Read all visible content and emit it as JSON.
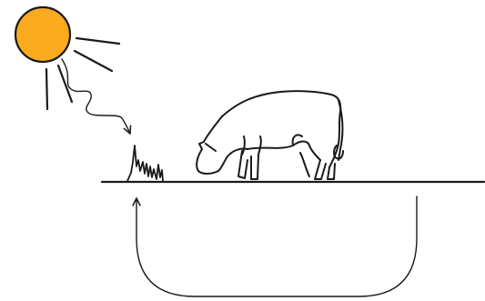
{
  "diagram": {
    "elements": [
      "sun-icon",
      "sunlight-arrow",
      "grass-icon",
      "cow-icon",
      "ground-line",
      "nutrient-cycle-arrow"
    ]
  },
  "colors": {
    "sun_fill": "#F9AA1F",
    "stroke": "#1a1a1a",
    "background": "#ffffff"
  }
}
